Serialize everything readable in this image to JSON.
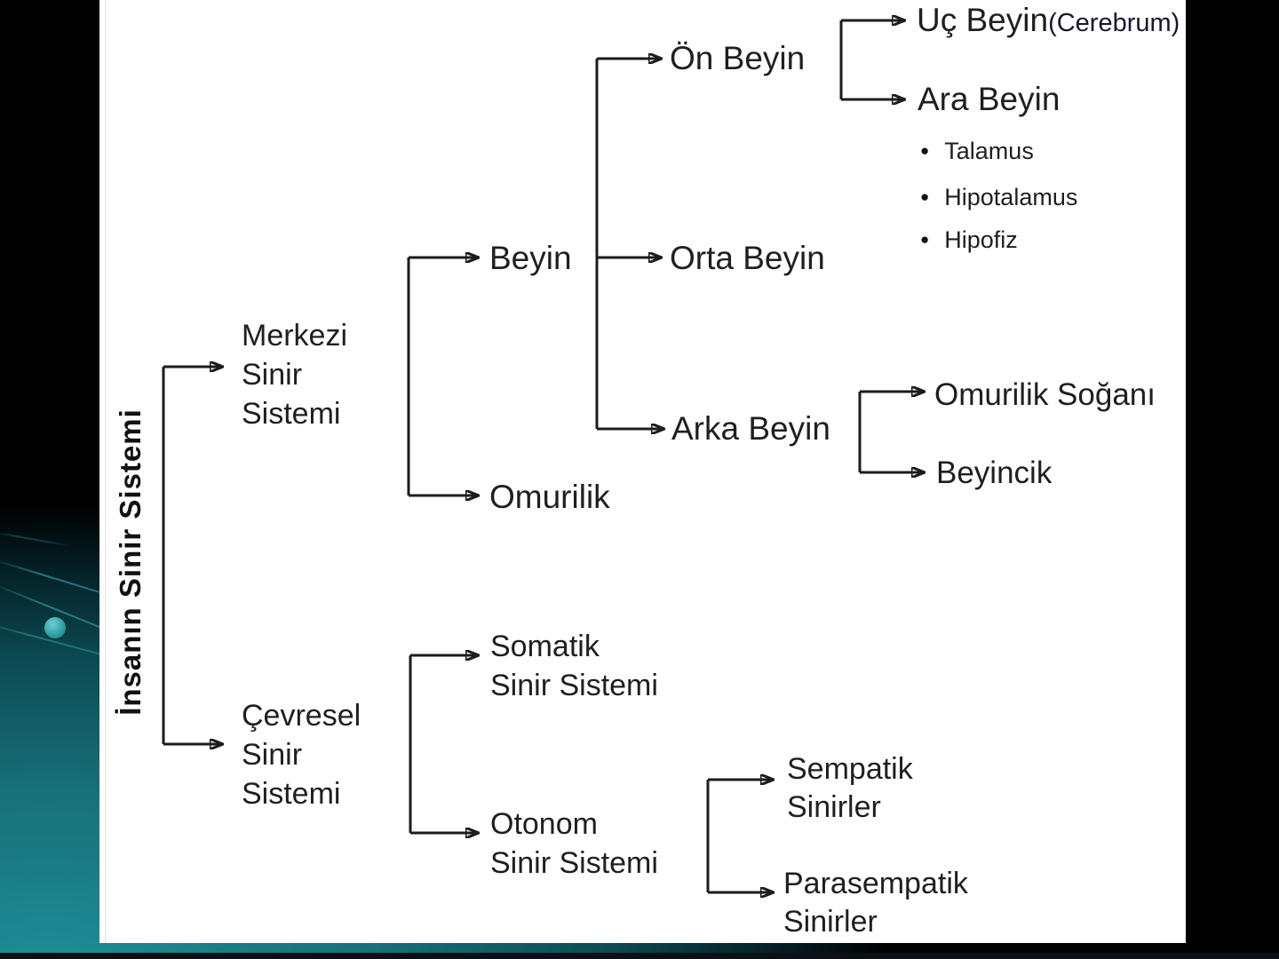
{
  "title": "İnsanın Sinir Sistemi",
  "nodes": {
    "root": "İnsanın Sinir Sistemi",
    "merkezi": "Merkezi\nSinir\nSistemi",
    "cevresel": "Çevresel\nSinir\nSistemi",
    "beyin": "Beyin",
    "omurilik": "Omurilik",
    "on_beyin": "Ön Beyin",
    "orta_beyin": "Orta Beyin",
    "arka_beyin": "Arka Beyin",
    "uc_beyin": "Uç Beyin",
    "uc_beyin_paren": "(Cerebrum)",
    "ara_beyin": "Ara Beyin",
    "ara_beyin_items": [
      "Talamus",
      "Hipotalamus",
      "Hipofiz"
    ],
    "omurilik_sogani": "Omurilik Soğanı",
    "beyincik": "Beyincik",
    "somatik": "Somatik\nSinir Sistemi",
    "otonom": "Otonom\nSinir Sistemi",
    "sempatik": "Sempatik\nSinirler",
    "parasempatik": "Parasempatik\nSinirler"
  },
  "icons": {
    "bullet": "●"
  },
  "colors": {
    "background": "#010102",
    "accent_teal": "#1f8e96",
    "panel": "#ffffff",
    "line": "#1c1c1c",
    "text": "#1f1f1f"
  }
}
